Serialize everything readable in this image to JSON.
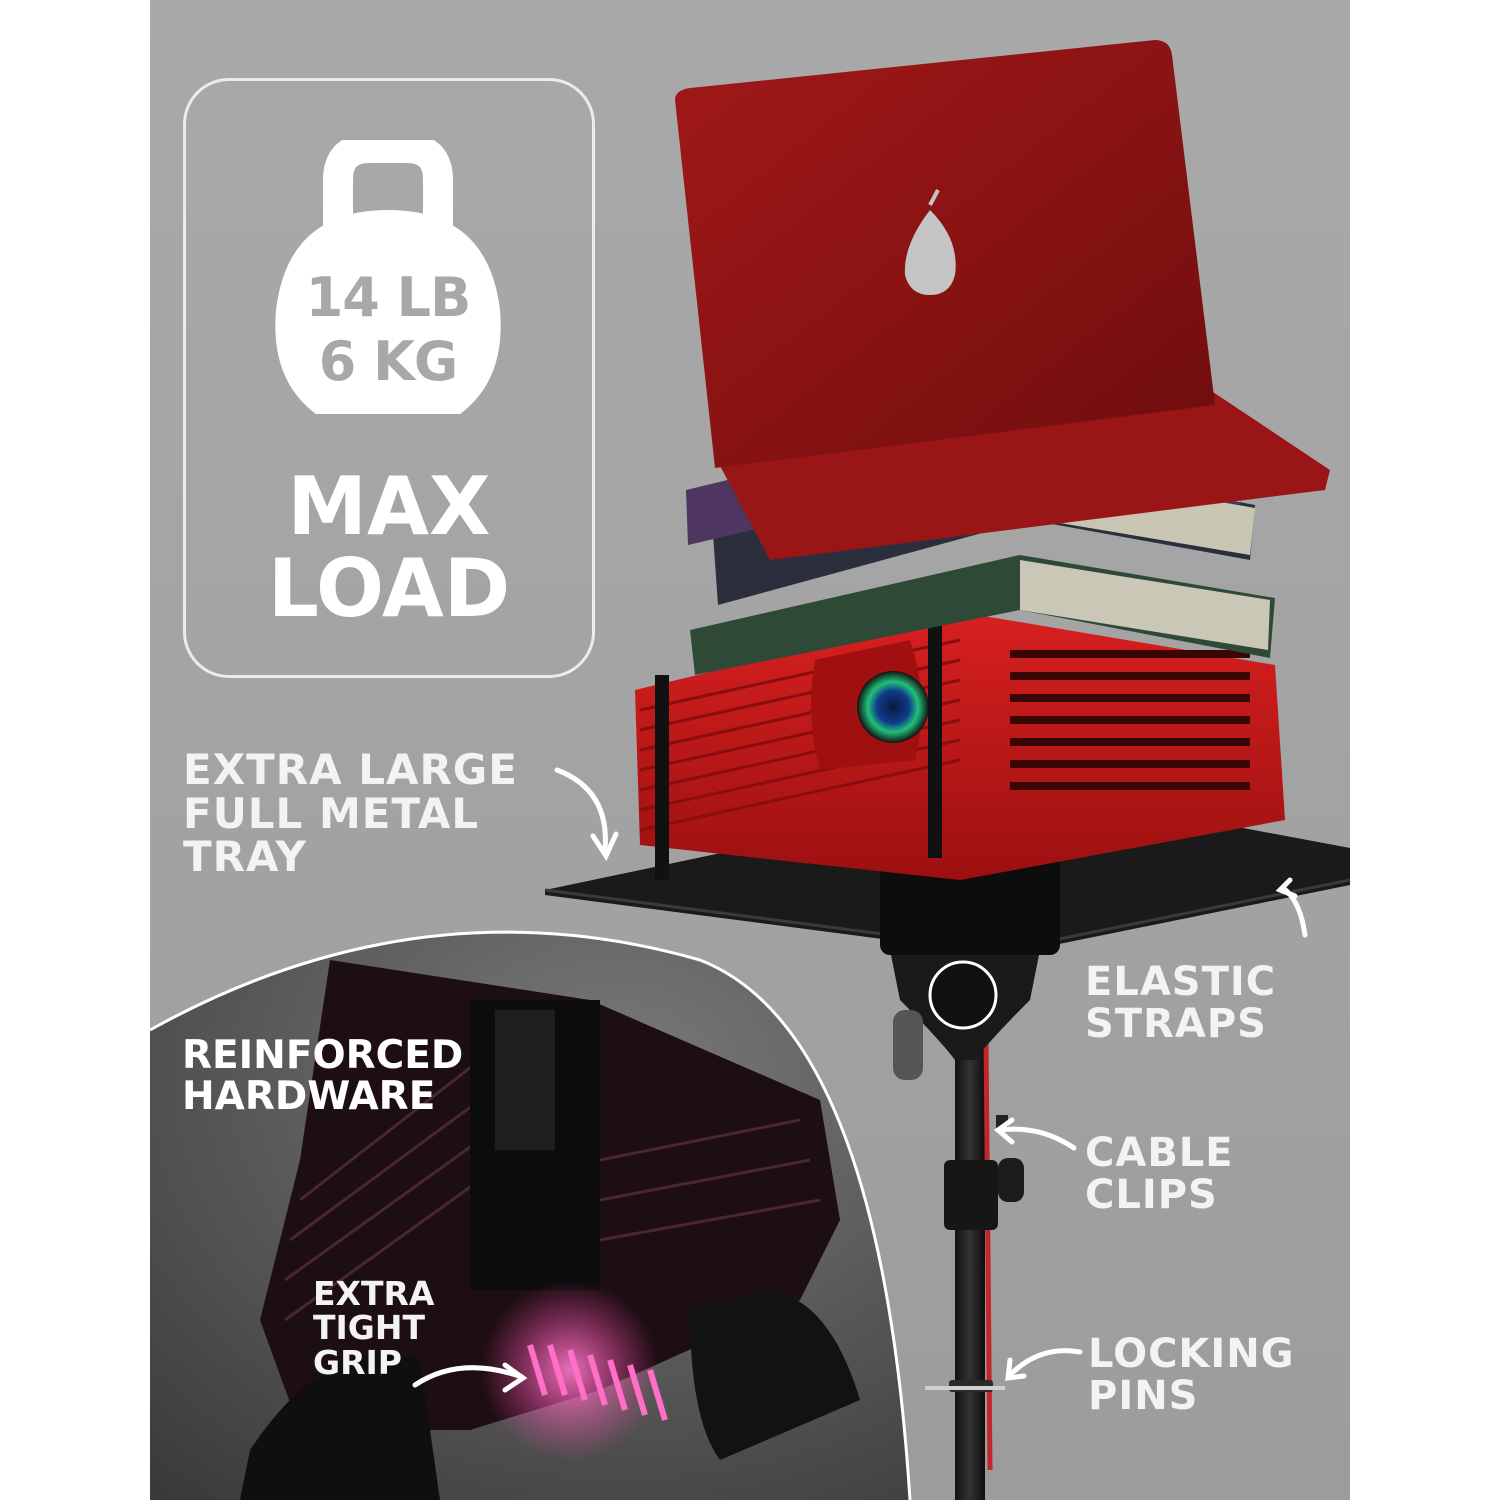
{
  "badge": {
    "weight_lb": "14 LB",
    "weight_kg": "6 KG",
    "title": "MAX\nLOAD"
  },
  "callouts": {
    "tray": "EXTRA LARGE\nFULL METAL\nTRAY",
    "straps": "ELASTIC\nSTRAPS",
    "cable_clips": "CABLE\nCLIPS",
    "locking_pins": "LOCKING\nPINS",
    "hardware": "REINFORCED\nHARDWARE",
    "grip": "EXTRA\nTIGHT\nGRIP"
  },
  "colors": {
    "background": "#a6a6a6",
    "laptop": "#8e1515",
    "projector": "#c21a1a",
    "tray": "#1a1a1a",
    "accent_pink": "#ff4fb4"
  }
}
